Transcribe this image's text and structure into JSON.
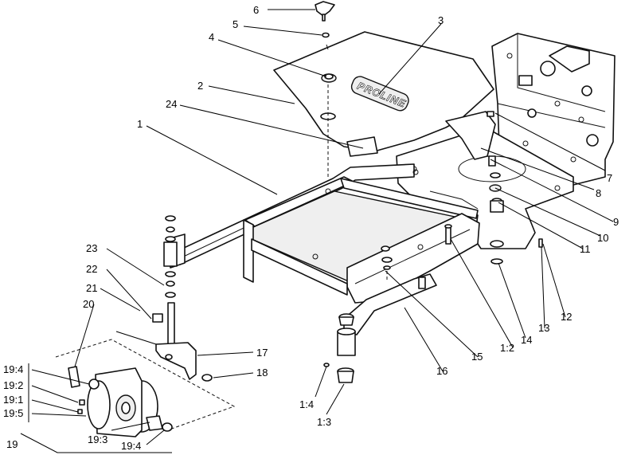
{
  "diagram": {
    "logo_text": "PROLINE",
    "callouts": [
      {
        "id": "c6",
        "label": "6"
      },
      {
        "id": "c5",
        "label": "5"
      },
      {
        "id": "c3",
        "label": "3"
      },
      {
        "id": "c4",
        "label": "4"
      },
      {
        "id": "c2",
        "label": "2"
      },
      {
        "id": "c24",
        "label": "24"
      },
      {
        "id": "c1",
        "label": "1"
      },
      {
        "id": "c7",
        "label": "7"
      },
      {
        "id": "c8",
        "label": "8"
      },
      {
        "id": "c9",
        "label": "9"
      },
      {
        "id": "c10",
        "label": "10"
      },
      {
        "id": "c11",
        "label": "11"
      },
      {
        "id": "c12",
        "label": "12"
      },
      {
        "id": "c13",
        "label": "13"
      },
      {
        "id": "c14",
        "label": "14"
      },
      {
        "id": "c15",
        "label": "15"
      },
      {
        "id": "c16",
        "label": "16"
      },
      {
        "id": "c1_2",
        "label": "1:2"
      },
      {
        "id": "c17",
        "label": "17"
      },
      {
        "id": "c18",
        "label": "18"
      },
      {
        "id": "c20",
        "label": "20"
      },
      {
        "id": "c21",
        "label": "21"
      },
      {
        "id": "c22",
        "label": "22"
      },
      {
        "id": "c23",
        "label": "23"
      },
      {
        "id": "c1_4",
        "label": "1:4"
      },
      {
        "id": "c1_3",
        "label": "1:3"
      },
      {
        "id": "c19_4a",
        "label": "19:4"
      },
      {
        "id": "c19_2",
        "label": "19:2"
      },
      {
        "id": "c19_1",
        "label": "19:1"
      },
      {
        "id": "c19_5",
        "label": "19:5"
      },
      {
        "id": "c19_3",
        "label": "19:3"
      },
      {
        "id": "c19_4b",
        "label": "19:4"
      },
      {
        "id": "c19",
        "label": "19"
      }
    ]
  }
}
